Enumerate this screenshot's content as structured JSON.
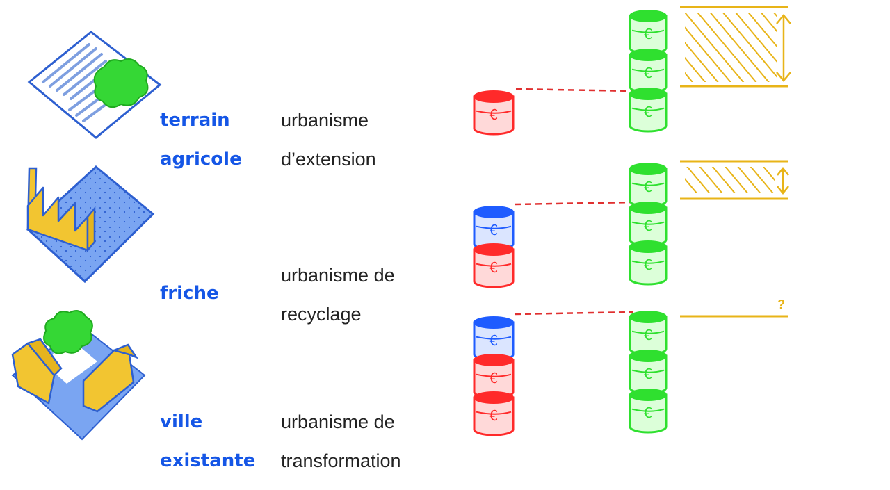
{
  "colors": {
    "land_label": "#1556e6",
    "text": "#222222",
    "red_stack": "#ff2a2a",
    "blue_stack": "#1f5cff",
    "green_stack": "#2fe02f",
    "gold": "#e8b418",
    "field_blue": "#6f9bf0",
    "tree": "#35d735",
    "building": "#f2c531"
  },
  "currency_symbol": "€",
  "rows": [
    {
      "id": "agricole",
      "land_lines": [
        "terrain",
        "agricole"
      ],
      "urbanism_lines": [
        "urbanisme",
        "d’extension"
      ],
      "illustration": "field-with-tree-icon",
      "cost_stack": [
        "red"
      ],
      "value_coins": 3,
      "gap_marker": "large",
      "question_mark": ""
    },
    {
      "id": "friche",
      "land_lines": [
        "friche"
      ],
      "urbanism_lines": [
        "urbanisme de",
        "recyclage"
      ],
      "illustration": "factory-icon",
      "cost_stack": [
        "blue",
        "red"
      ],
      "value_coins": 3,
      "gap_marker": "small",
      "question_mark": ""
    },
    {
      "id": "ville",
      "land_lines": [
        "ville",
        "existante"
      ],
      "urbanism_lines": [
        "urbanisme de",
        "transformation"
      ],
      "illustration": "houses-with-tree-icon",
      "cost_stack": [
        "blue",
        "red",
        "red"
      ],
      "value_coins": 3,
      "gap_marker": "none",
      "question_mark": "?"
    }
  ]
}
